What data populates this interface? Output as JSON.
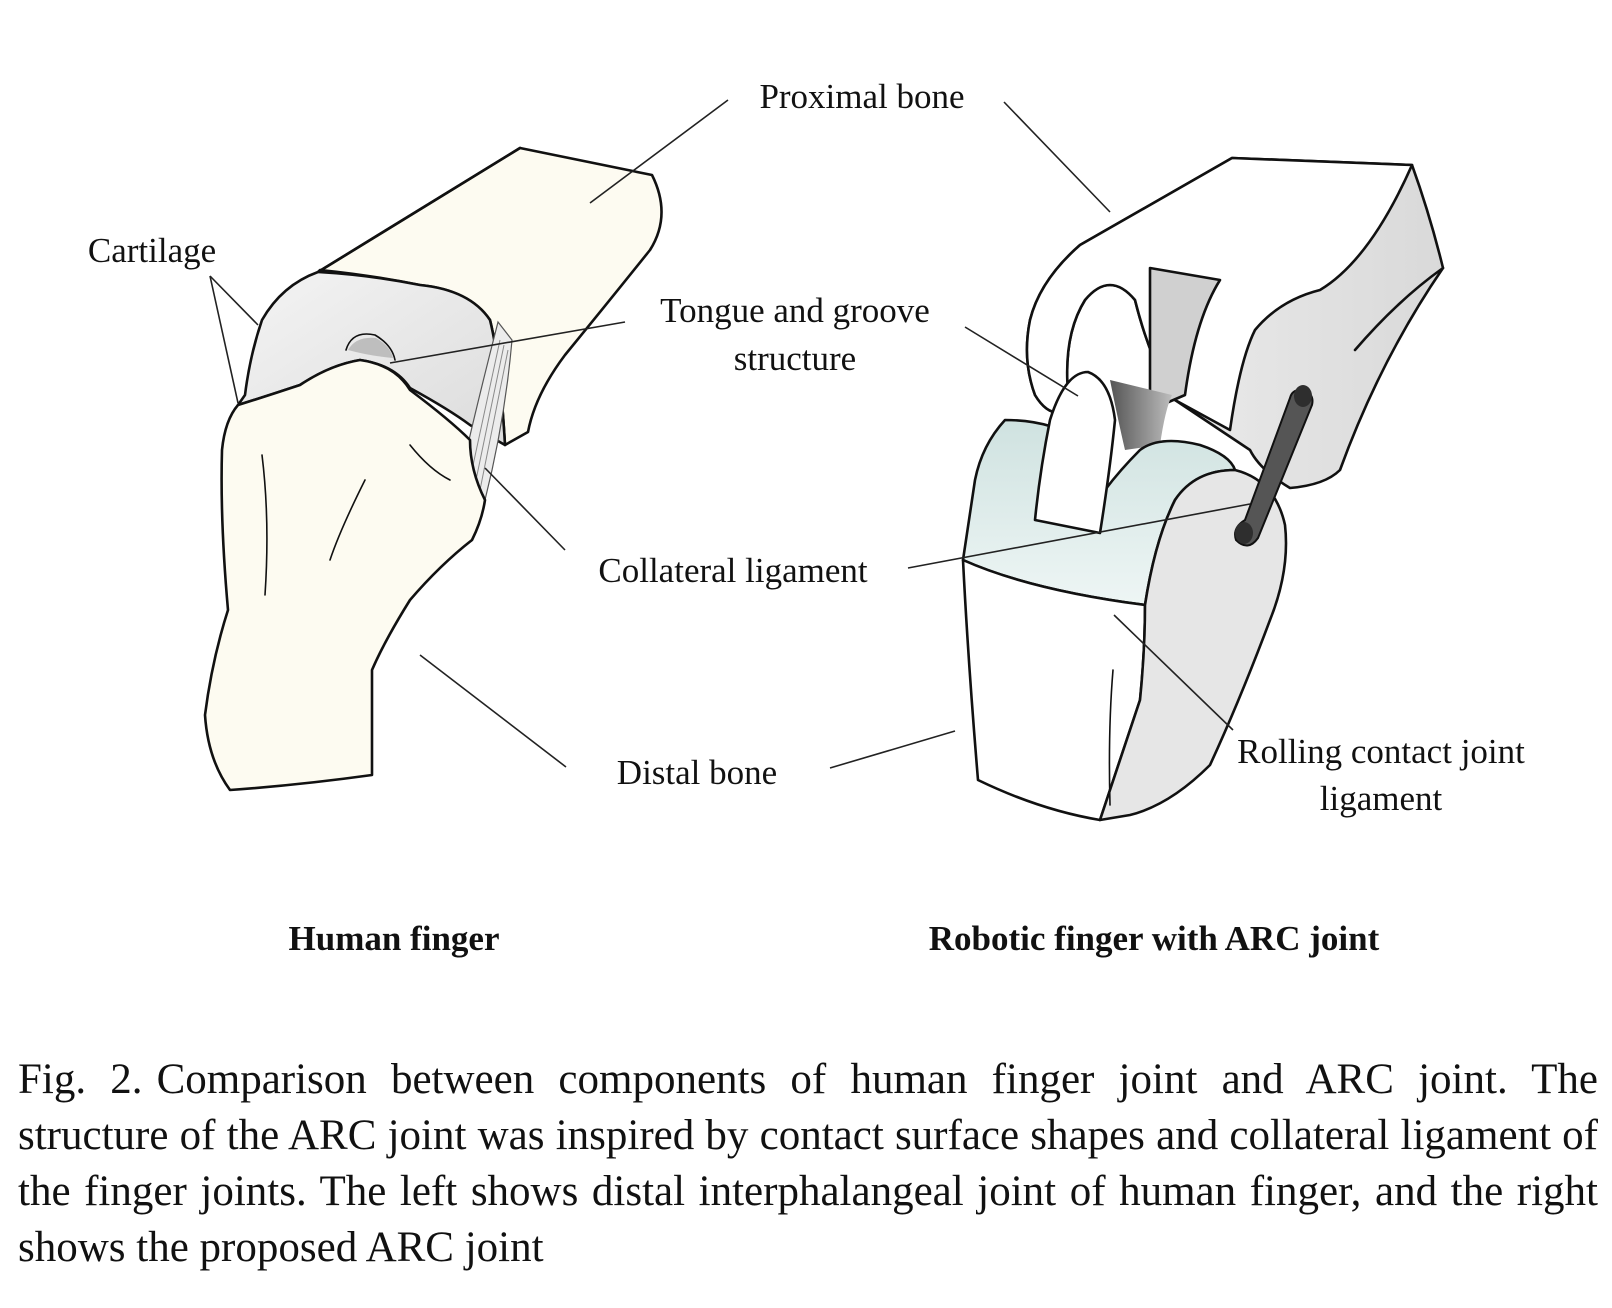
{
  "figure": {
    "labels": {
      "proximal_bone": "Proximal bone",
      "cartilage": "Cartilage",
      "tongue_groove_line1": "Tongue and groove",
      "tongue_groove_line2": "structure",
      "collateral_ligament": "Collateral ligament",
      "distal_bone": "Distal bone",
      "rolling_line1": "Rolling contact joint",
      "rolling_line2": "ligament"
    },
    "panel_titles": {
      "left": "Human finger",
      "right": "Robotic finger with ARC joint"
    },
    "colors": {
      "bone_fill": "#fdfbf1",
      "cartilage_fill": "#e9e9e9",
      "robot_fill": "#e4e4e4",
      "ligament_fill": "#e2f0ee",
      "pin_fill": "#555555"
    }
  },
  "caption": {
    "label": "Fig. 2.",
    "text": "Comparison between components of human finger joint and ARC joint. The structure of the ARC joint was inspired by contact surface shapes and collateral ligament of the finger joints. The left shows distal interphalangeal joint of human finger, and the right shows the proposed ARC joint"
  }
}
